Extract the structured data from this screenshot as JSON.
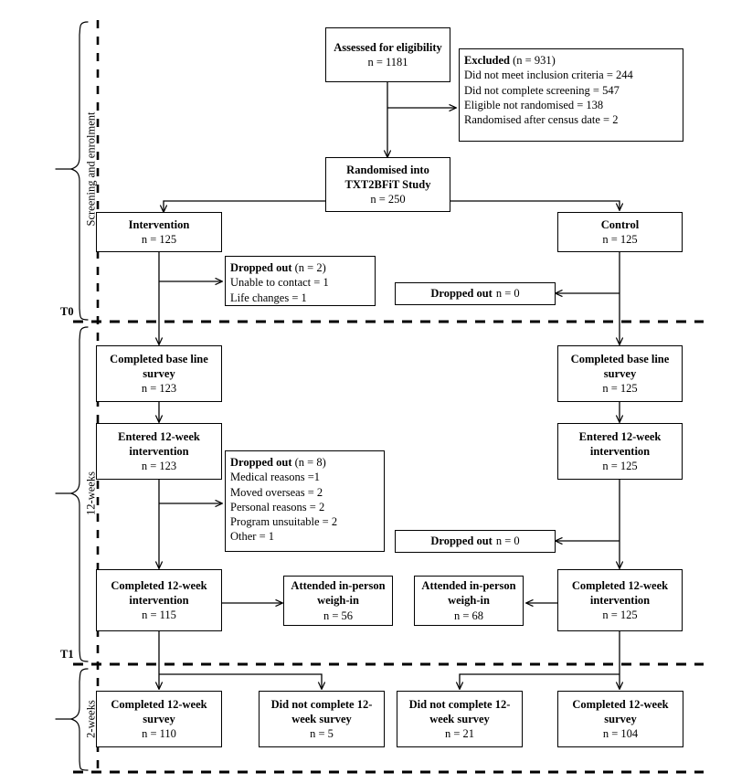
{
  "figure": {
    "type": "consort-flow-diagram",
    "title": "TXT2BFiT Study CONSORT participant flow"
  },
  "stages": [
    {
      "id": "screening",
      "label": "Screening and enrolment"
    },
    {
      "id": "twelve-weeks",
      "label": "12-weeks"
    },
    {
      "id": "two-weeks",
      "label": "2-weeks"
    }
  ],
  "timepoints": [
    {
      "id": "t0",
      "label": "T0"
    },
    {
      "id": "t1",
      "label": "T1"
    }
  ],
  "nodes": {
    "assessed": {
      "title": "Assessed for eligibility",
      "n": "n = 1181"
    },
    "excluded": {
      "heading_bold": "Excluded",
      "heading_rest": "(n = 931)",
      "reasons": [
        "Did not meet inclusion  criteria = 244",
        "Did not complete screening = 547",
        "Eligible  not randomised = 138",
        "Randomised after census date = 2"
      ]
    },
    "randomised": {
      "title": "Randomised into TXT2BFiT Study",
      "n": "n = 250"
    },
    "intervention": {
      "title": "Intervention",
      "n": "n = 125"
    },
    "control": {
      "title": "Control",
      "n": "n = 125"
    },
    "dropped_t0_int": {
      "heading_bold": "Dropped out",
      "heading_rest": "(n = 2)",
      "reasons": [
        "Unable to contact = 1",
        "Life changes = 1"
      ]
    },
    "dropped_t0_ctl": {
      "heading_bold": "Dropped out",
      "heading_rest": "n = 0"
    },
    "baseline_int": {
      "title": "Completed base line survey",
      "n": "n = 123"
    },
    "baseline_ctl": {
      "title": "Completed base line survey",
      "n": "n = 125"
    },
    "entered_int": {
      "title": "Entered 12-week intervention",
      "n": "n = 123"
    },
    "entered_ctl": {
      "title": "Entered 12-week intervention",
      "n": "n = 125"
    },
    "dropped_t1_int": {
      "heading_bold": "Dropped out",
      "heading_rest": "(n = 8)",
      "reasons": [
        "Medical reasons =1",
        "Moved overseas = 2",
        "Personal reasons = 2",
        "Program unsuitable  = 2",
        "Other = 1"
      ]
    },
    "dropped_t1_ctl": {
      "heading_bold": "Dropped out",
      "heading_rest": "n = 0"
    },
    "completed_int": {
      "title": "Completed 12-week intervention",
      "n": "n = 115"
    },
    "completed_ctl": {
      "title": "Completed 12-week intervention",
      "n": "n = 125"
    },
    "weighin_int": {
      "title": "Attended in-person weigh-in",
      "n": "n = 56"
    },
    "weighin_ctl": {
      "title": "Attended in-person weigh-in",
      "n": "n = 68"
    },
    "survey_done_int": {
      "title": "Completed 12-week survey",
      "n": "n = 110"
    },
    "survey_miss_int": {
      "title": "Did not complete 12-week survey",
      "n": "n = 5"
    },
    "survey_miss_ctl": {
      "title": "Did not complete 12-week survey",
      "n": "n = 21"
    },
    "survey_done_ctl": {
      "title": "Completed 12-week survey",
      "n": "n = 104"
    }
  },
  "colors": {
    "line": "#000000",
    "box_border": "#000000",
    "background": "#ffffff"
  }
}
